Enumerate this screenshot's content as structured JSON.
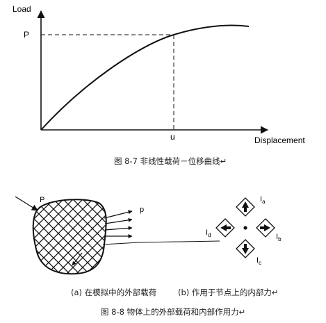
{
  "fig1": {
    "y_axis_label": "Load",
    "x_axis_label": "Displacement",
    "p_label": "P",
    "u_label": "u",
    "caption": "图 8-7   非线性载荷－位移曲线↵"
  },
  "fig2": {
    "force_label": "P",
    "arrow_label": "p",
    "ia_main": "I",
    "ia_sub": "a",
    "ib_main": "I",
    "ib_sub": "b",
    "ic_main": "I",
    "ic_sub": "c",
    "id_main": "I",
    "id_sub": "d",
    "caption_a": "(a)  在模拟中的外部载荷",
    "caption_b": "(b)  作用于节点上的内部力↵",
    "caption": "图 8-8   物体上的外部载荷和内部作用力↵"
  }
}
